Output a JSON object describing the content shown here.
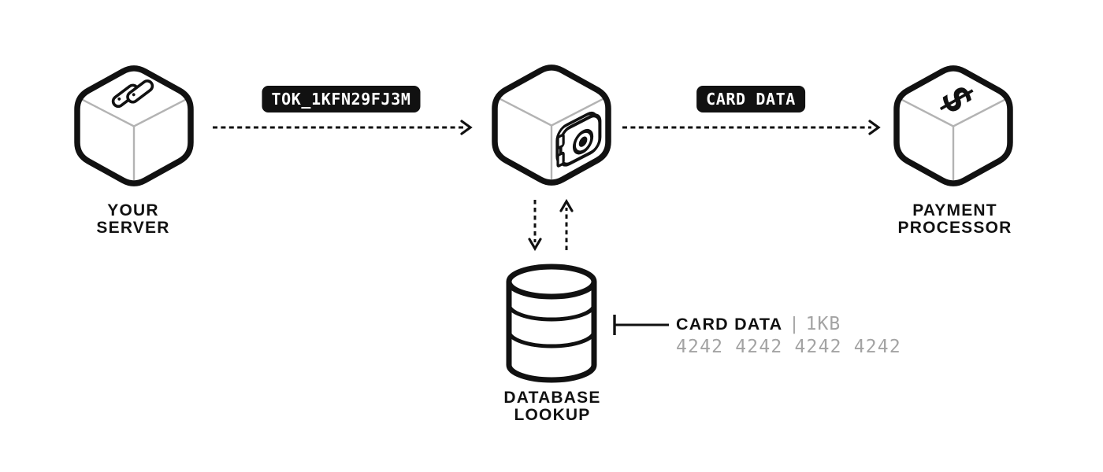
{
  "colors": {
    "background": "#ffffff",
    "ink": "#111111",
    "muted_text": "#a3a3a3",
    "cube_inner_edge": "#b3b3b3",
    "pill_bg": "#111111",
    "pill_text": "#ffffff"
  },
  "nodes": {
    "server": {
      "line1": "YOUR",
      "line2": "SERVER"
    },
    "payment": {
      "line1": "PAYMENT",
      "line2": "PROCESSOR"
    },
    "database": {
      "line1": "DATABASE",
      "line2": "LOOKUP"
    }
  },
  "edges": {
    "token": {
      "label": "TOK_1KFN29FJ3M"
    },
    "card": {
      "label": "CARD DATA"
    }
  },
  "callout": {
    "title": "CARD DATA",
    "separator": "|",
    "size": "1KB",
    "card_number": "4242 4242 4242 4242"
  },
  "icons": {
    "server": "server-cube-icon",
    "vault": "vault-cube-icon",
    "payment": "dollar-cube-icon",
    "database": "database-cylinder-icon",
    "dollar_glyph": "$"
  }
}
